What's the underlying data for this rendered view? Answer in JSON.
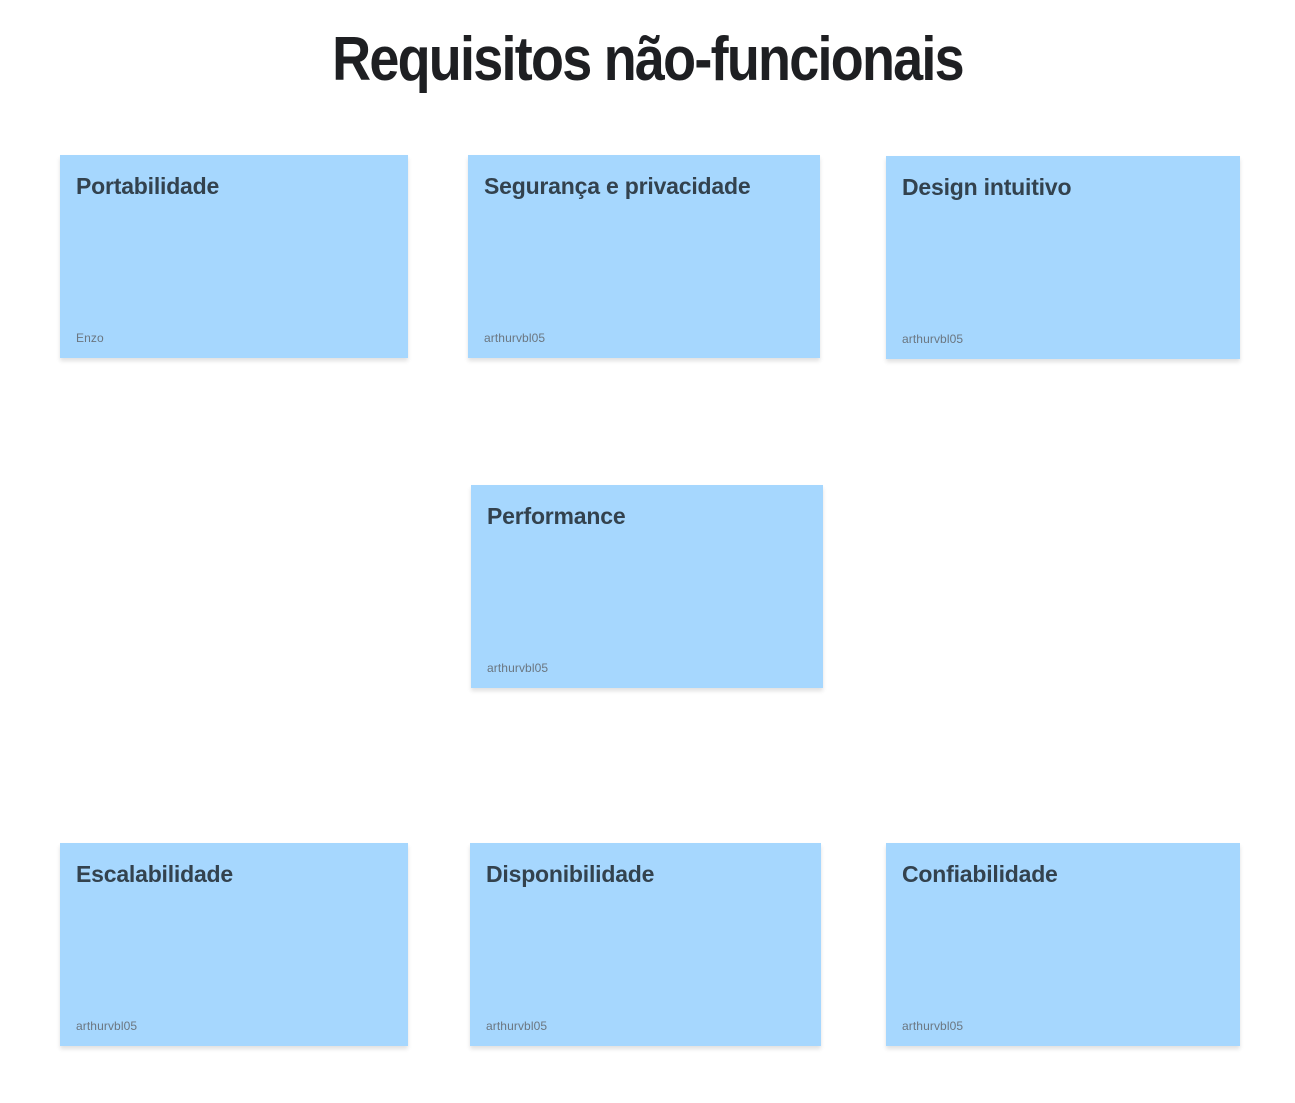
{
  "board": {
    "title": "Requisitos não-funcionais"
  },
  "colors": {
    "background": "#ffffff",
    "note_bg": "#a6d7fe",
    "note_title": "#33424e",
    "note_author": "#6b7680",
    "board_title": "#1e1f22"
  },
  "notes": [
    {
      "title": "Portabilidade",
      "author": "Enzo"
    },
    {
      "title": "Segurança e privacidade",
      "author": "arthurvbl05"
    },
    {
      "title": "Design intuitivo",
      "author": "arthurvbl05"
    },
    {
      "title": "Performance",
      "author": "arthurvbl05"
    },
    {
      "title": "Escalabilidade",
      "author": "arthurvbl05"
    },
    {
      "title": "Disponibilidade",
      "author": "arthurvbl05"
    },
    {
      "title": "Confiabilidade",
      "author": "arthurvbl05"
    }
  ]
}
